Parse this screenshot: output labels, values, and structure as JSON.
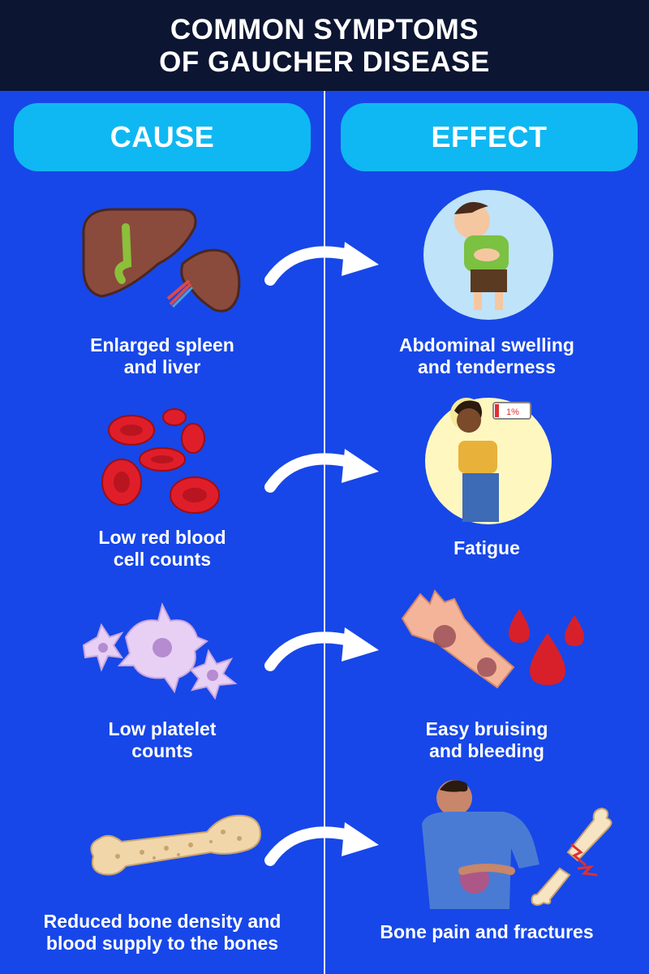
{
  "header": {
    "title_line1": "COMMON SYMPTOMS",
    "title_line2": "OF GAUCHER DISEASE"
  },
  "columns": {
    "cause": "CAUSE",
    "effect": "EFFECT"
  },
  "rows": [
    {
      "cause_line1": "Enlarged spleen",
      "cause_line2": "and liver",
      "effect_line1": "Abdominal swelling",
      "effect_line2": "and tenderness"
    },
    {
      "cause_line1": "Low red blood",
      "cause_line2": "cell counts",
      "effect_line1": "Fatigue",
      "effect_badge": "1%"
    },
    {
      "cause_line1": "Low platelet",
      "cause_line2": "counts",
      "effect_line1": "Easy bruising",
      "effect_line2": "and bleeding"
    },
    {
      "cause_line1": "Reduced bone density and",
      "cause_line2": "blood supply to the bones",
      "effect_line1": "Bone pain and fractures"
    }
  ],
  "colors": {
    "background": "#1747e8",
    "header": "#0c1531",
    "pill": "#0fb8f2"
  },
  "icons": [
    "liver-spleen-icon",
    "child-stomachache-icon",
    "red-blood-cells-icon",
    "tired-woman-icon",
    "platelets-icon",
    "bruised-arm-icon",
    "blood-drops-icon",
    "bone-icon",
    "back-pain-icon",
    "broken-bone-icon",
    "curved-arrow-icon"
  ]
}
